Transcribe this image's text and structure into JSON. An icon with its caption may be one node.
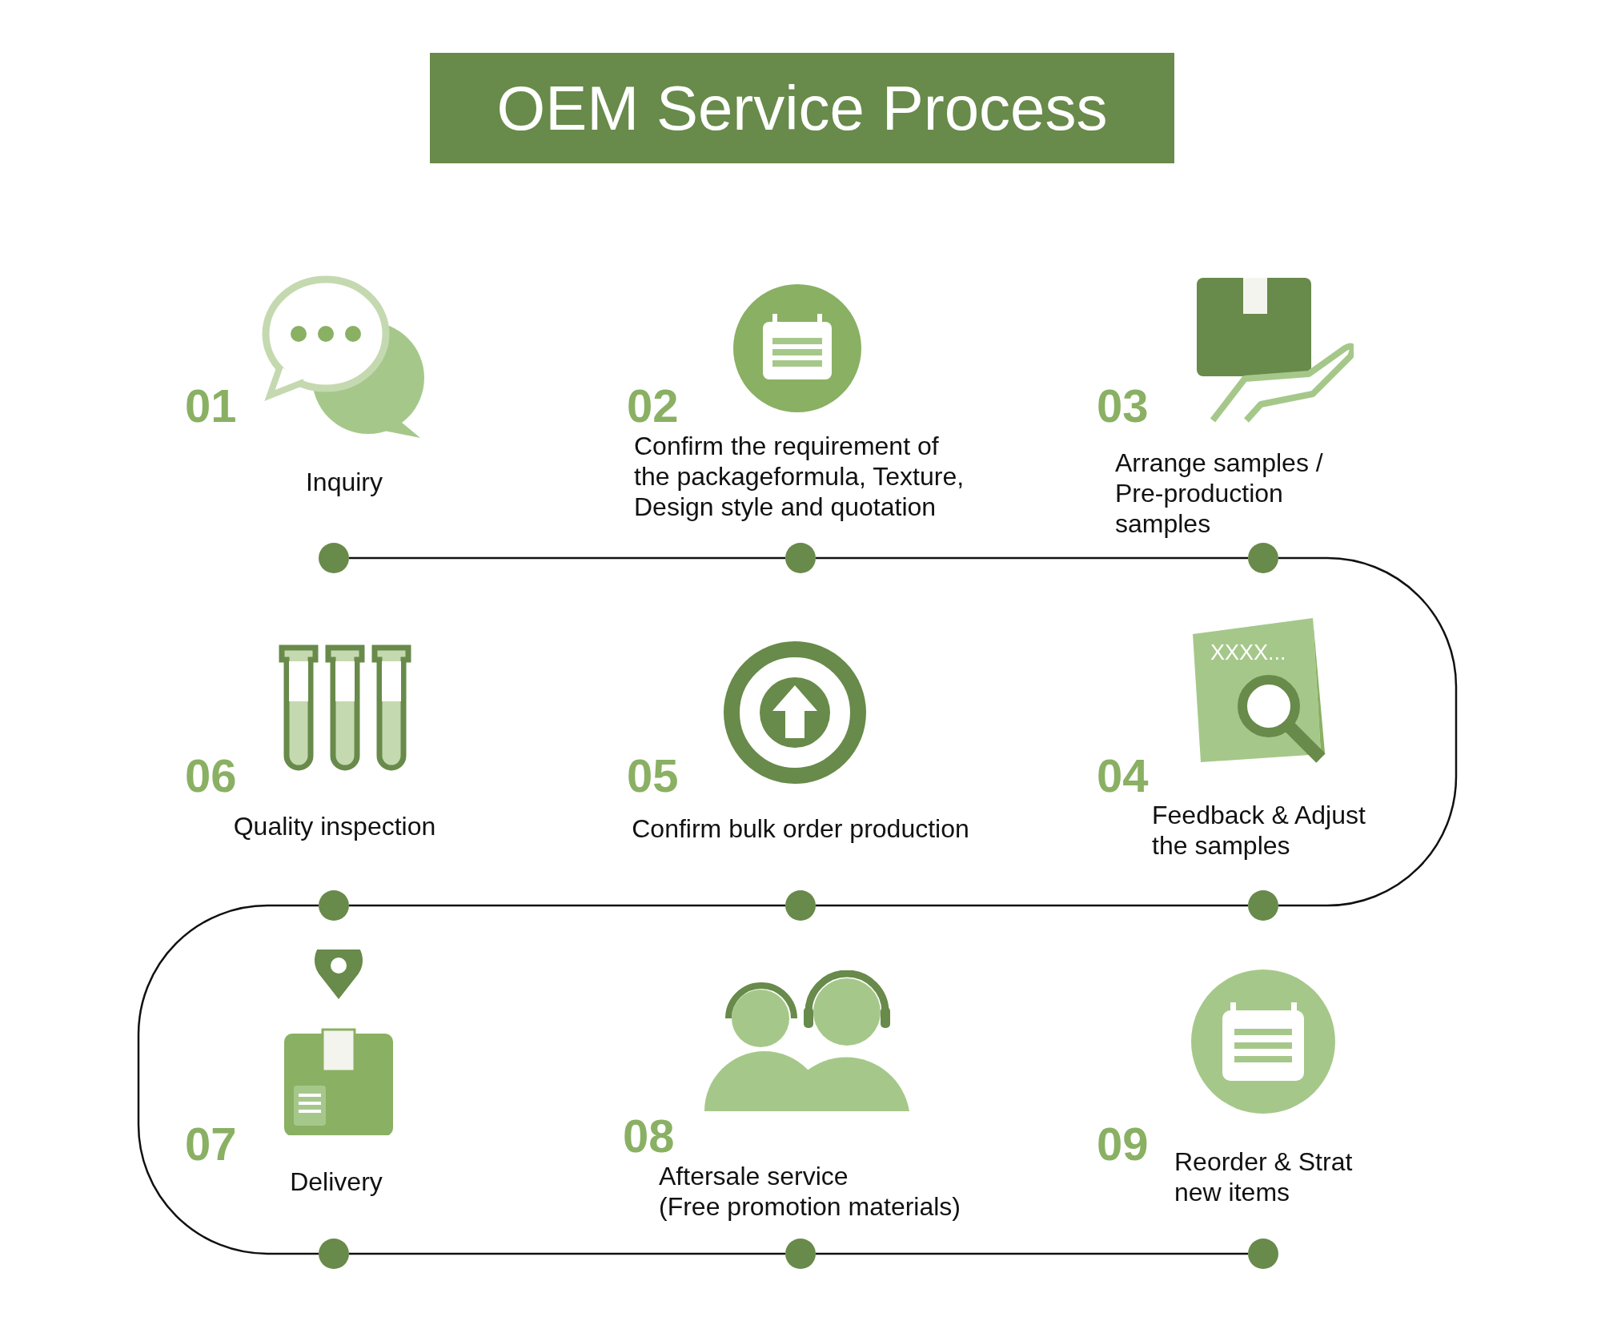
{
  "diagram": {
    "title": "OEM Service Process",
    "nodes": [
      {
        "text": [],
        "shape": "circle",
        "beside": [
          "01",
          "Inquiry"
        ]
      },
      {
        "text": [],
        "shape": "circle",
        "beside": [
          "02",
          "Confirm the requirement of the packageformula, Texture, Design style and quotation"
        ]
      },
      {
        "text": [],
        "shape": "circle",
        "beside": [
          "03",
          "Arrange samples / Pre-production samples"
        ]
      },
      {
        "text": [],
        "shape": "circle",
        "beside": [
          "06",
          "Quality inspection"
        ]
      },
      {
        "text": [],
        "shape": "circle",
        "beside": [
          "05",
          "Confirm bulk order production"
        ]
      },
      {
        "text": [],
        "shape": "circle",
        "beside": [
          "04",
          "Feedback & Adjust the samples"
        ]
      },
      {
        "text": [],
        "shape": "circle",
        "beside": [
          "07",
          "Delivery"
        ]
      },
      {
        "text": [],
        "shape": "circle",
        "beside": [
          "08",
          "Aftersale service",
          "(Free promotion materials)"
        ]
      },
      {
        "text": [],
        "shape": "circle",
        "beside": [
          "09",
          "Reorder & Strat new items"
        ]
      }
    ],
    "edges": [
      {
        "from": 0,
        "to": 1,
        "arrow": "none"
      },
      {
        "from": 1,
        "to": 2,
        "arrow": "none"
      },
      {
        "from": 2,
        "to": 5,
        "arrow": "none"
      },
      {
        "from": 5,
        "to": 4,
        "arrow": "none"
      },
      {
        "from": 4,
        "to": 3,
        "arrow": "none"
      },
      {
        "from": 3,
        "to": 6,
        "arrow": "none"
      },
      {
        "from": 6,
        "to": 7,
        "arrow": "none"
      },
      {
        "from": 7,
        "to": 8,
        "arrow": "none"
      }
    ],
    "labels": [
      "XXXX..."
    ]
  }
}
